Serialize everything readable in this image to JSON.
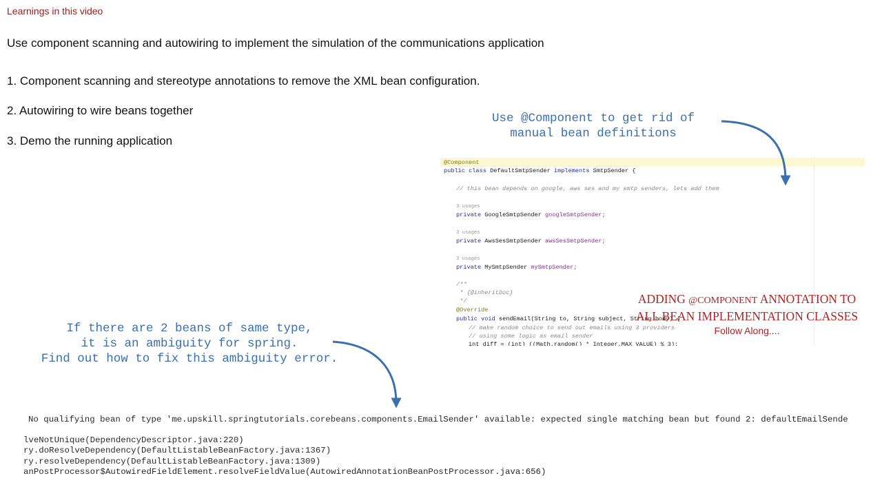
{
  "header": {
    "section_label": "Learnings in this video"
  },
  "intro": "Use component scanning and autowiring to implement the simulation of the communications application",
  "steps": [
    "1. Component scanning and stereotype annotations to remove the XML bean configuration.",
    "2. Autowiring to wire beans together",
    "3. Demo the running application"
  ],
  "callout_top": "Use @Component to get rid of\nmanual bean definitions",
  "callout_left": "If there are 2 beans of same type,\nit is an ambiguity for spring.\nFind out how to fix this ambiguity error.",
  "code": {
    "annotation": "@Component",
    "class_decl_kw": "public class",
    "class_name": "DefaultSmtpSender",
    "implements_kw": "implements",
    "interface_name": "SmtpSender {",
    "comment1": "// this bean depends on google, aws ses and my smtp senders, lets add them",
    "usages1": "3 usages",
    "field1_kw": "private",
    "field1_type": "GoogleSmtpSender",
    "field1_name": "googleSmtpSender;",
    "usages2": "3 usages",
    "field2_kw": "private",
    "field2_type": "AwsSesSmtpSender",
    "field2_name": "awsSesSmtpSender;",
    "usages3": "3 usages",
    "field3_kw": "private",
    "field3_type": "MySmtpSender",
    "field3_name": "mySmtpSender;",
    "doc1": "/**",
    "doc2": " * {@inheritDoc}",
    "doc3": " */",
    "override": "@Override",
    "method_kw": "public void",
    "method_sig": "sendEmail(String to, String subject, String body) {",
    "comment2": "// make random choice to send out emails using 3 providers",
    "comment3": "// using some logic as email sender",
    "last_line": "int diff = (int) ((Math.random() * Integer.MAX_VALUE) % 3);"
  },
  "annotation_overlay": {
    "line1_a": "ADDING ",
    "line1_b": "@COMPONENT",
    "line1_c": " ANNOTATION TO",
    "line2": "ALL BEAN IMPLEMENTATION CLASSES",
    "line3": "Follow Along...."
  },
  "error_line": "No qualifying bean of type 'me.upskill.springtutorials.corebeans.components.EmailSender' available: expected single matching bean but found 2: defaultEmailSende",
  "stacktrace": [
    "lveNotUnique(DependencyDescriptor.java:220)",
    "ry.doResolveDependency(DefaultListableBeanFactory.java:1367)",
    "ry.resolveDependency(DefaultListableBeanFactory.java:1309)",
    "anPostProcessor$AutowiredFieldElement.resolveFieldValue(AutowiredAnnotationBeanPostProcessor.java:656)"
  ],
  "colors": {
    "accent_blue": "#3a6fb0",
    "accent_red": "#b22222",
    "label_red": "#9b1c1c"
  }
}
